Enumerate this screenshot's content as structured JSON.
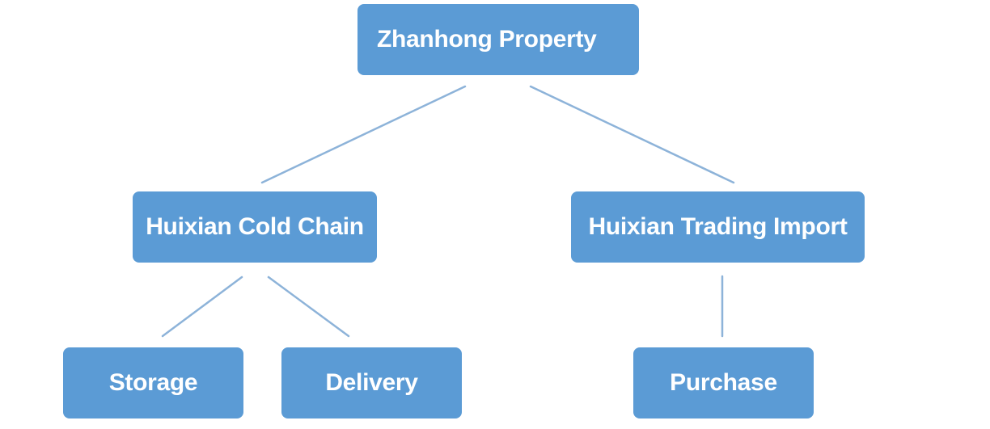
{
  "diagram": {
    "type": "org-chart",
    "root": {
      "label": "Zhanhong Property"
    },
    "level1": [
      {
        "label": "Huixian Cold Chain"
      },
      {
        "label": "Huixian Trading Import"
      }
    ],
    "level2": [
      {
        "label": "Storage",
        "parent": "Huixian Cold Chain"
      },
      {
        "label": "Delivery",
        "parent": "Huixian Cold Chain"
      },
      {
        "label": "Purchase",
        "parent": "Huixian Trading Import"
      }
    ],
    "colors": {
      "node_fill": "#5b9bd5",
      "node_text": "#ffffff",
      "connector": "#8db3d9"
    }
  }
}
